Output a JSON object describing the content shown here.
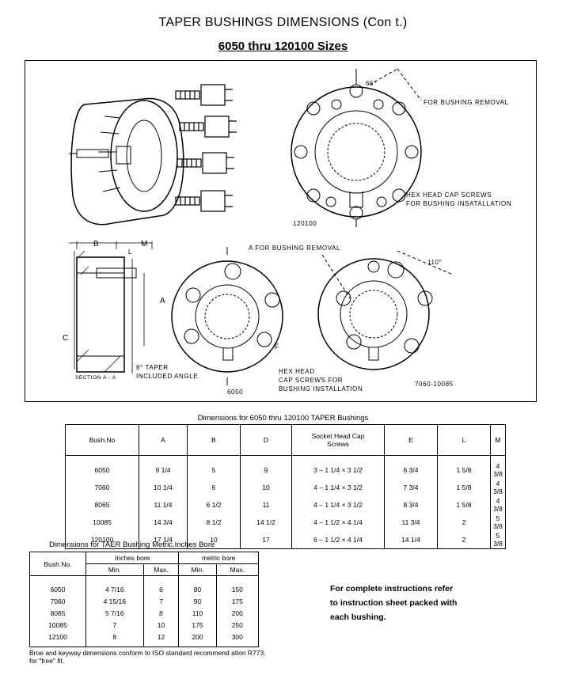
{
  "title": "TAPER BUSHINGS DIMENSIONS (Con t.)",
  "subtitle": "6050  thru  120100  Sizes",
  "drawing": {
    "labels": {
      "for_bushing_removal_1": "FOR BUSHING REMOVAL",
      "hex_screws_1": "HEX HEAD CAP SCREWS",
      "hex_screws_2": "FOR BUSHING INSATALLATION",
      "size_120100": "120100",
      "a_for_removal": "A FOR BUSHING REMOVAL",
      "hex_head": "HEX HEAD",
      "cap_screws_for": "CAP SCREWS FOR",
      "bushing_installation": "BUSHING INSTALLATION",
      "size_6050": "6050",
      "size_7060": "7060-10085",
      "taper": "8° TAPER",
      "included_angle": "INCLUDED ANGLE",
      "section": "SECTION A - A",
      "B": "B",
      "M": "M",
      "L": "L",
      "A": "A",
      "F": "F",
      "C": "C",
      "angle_65": "65°",
      "angle_110": "110°"
    }
  },
  "table1": {
    "caption": "Dimensions for 6050 thru 120100 TAPER Bushings",
    "headers": [
      "Bush.No",
      "A",
      "B",
      "D",
      "Socket Head Cap Screws",
      "E",
      "L",
      "M"
    ],
    "rows": [
      [
        "6050",
        "9 1/4",
        "5",
        "9",
        "3 – 1 1/4 × 3 1/2",
        "6 3/4",
        "1 5/8",
        "4 3/8"
      ],
      [
        "7060",
        "10 1/4",
        "6",
        "10",
        "4 – 1 1/4 × 3 1/2",
        "7 3/4",
        "1 5/8",
        "4 3/8"
      ],
      [
        "8065",
        "11 1/4",
        "6 1/2",
        "11",
        "4 – 1 1/4 × 3 1/2",
        "8 3/4",
        "1 5/8",
        "4 3/8"
      ],
      [
        "10085",
        "14 3/4",
        "8 1/2",
        "14 1/2",
        "4 – 1 1/2 × 4 1/4",
        "11 3/4",
        "2",
        "5 3/8"
      ],
      [
        "120100",
        "17 1/4",
        "10",
        "17",
        "6 – 1 1/2 × 4 1/4",
        "14 1/4",
        "2",
        "5 3/8"
      ]
    ]
  },
  "table2": {
    "caption": "Dimensions for TAER Bushing Metric.Inches Bore",
    "header_bush": "Bush.No.",
    "group_inches": "Inches bore",
    "group_metric": "metric bore",
    "sub": [
      "Min.",
      "Max.",
      "Min.",
      "Max."
    ],
    "rows": [
      [
        "6050",
        "4 7/16",
        "6",
        "80",
        "150"
      ],
      [
        "7060",
        "4 15/16",
        "7",
        "90",
        "175"
      ],
      [
        "8065",
        "5 7/16",
        "8",
        "110",
        "200"
      ],
      [
        "10085",
        "7",
        "10",
        "175",
        "250"
      ],
      [
        "12100",
        "8",
        "12",
        "200",
        "300"
      ]
    ]
  },
  "note": "Broe and keyway dimensions conform to ISO standard recommend ation R773. for \"free\" fit.",
  "instructions": {
    "line1": "For complete instructions refer",
    "line2": "to instruction sheet packed with",
    "line3": "each bushing."
  }
}
